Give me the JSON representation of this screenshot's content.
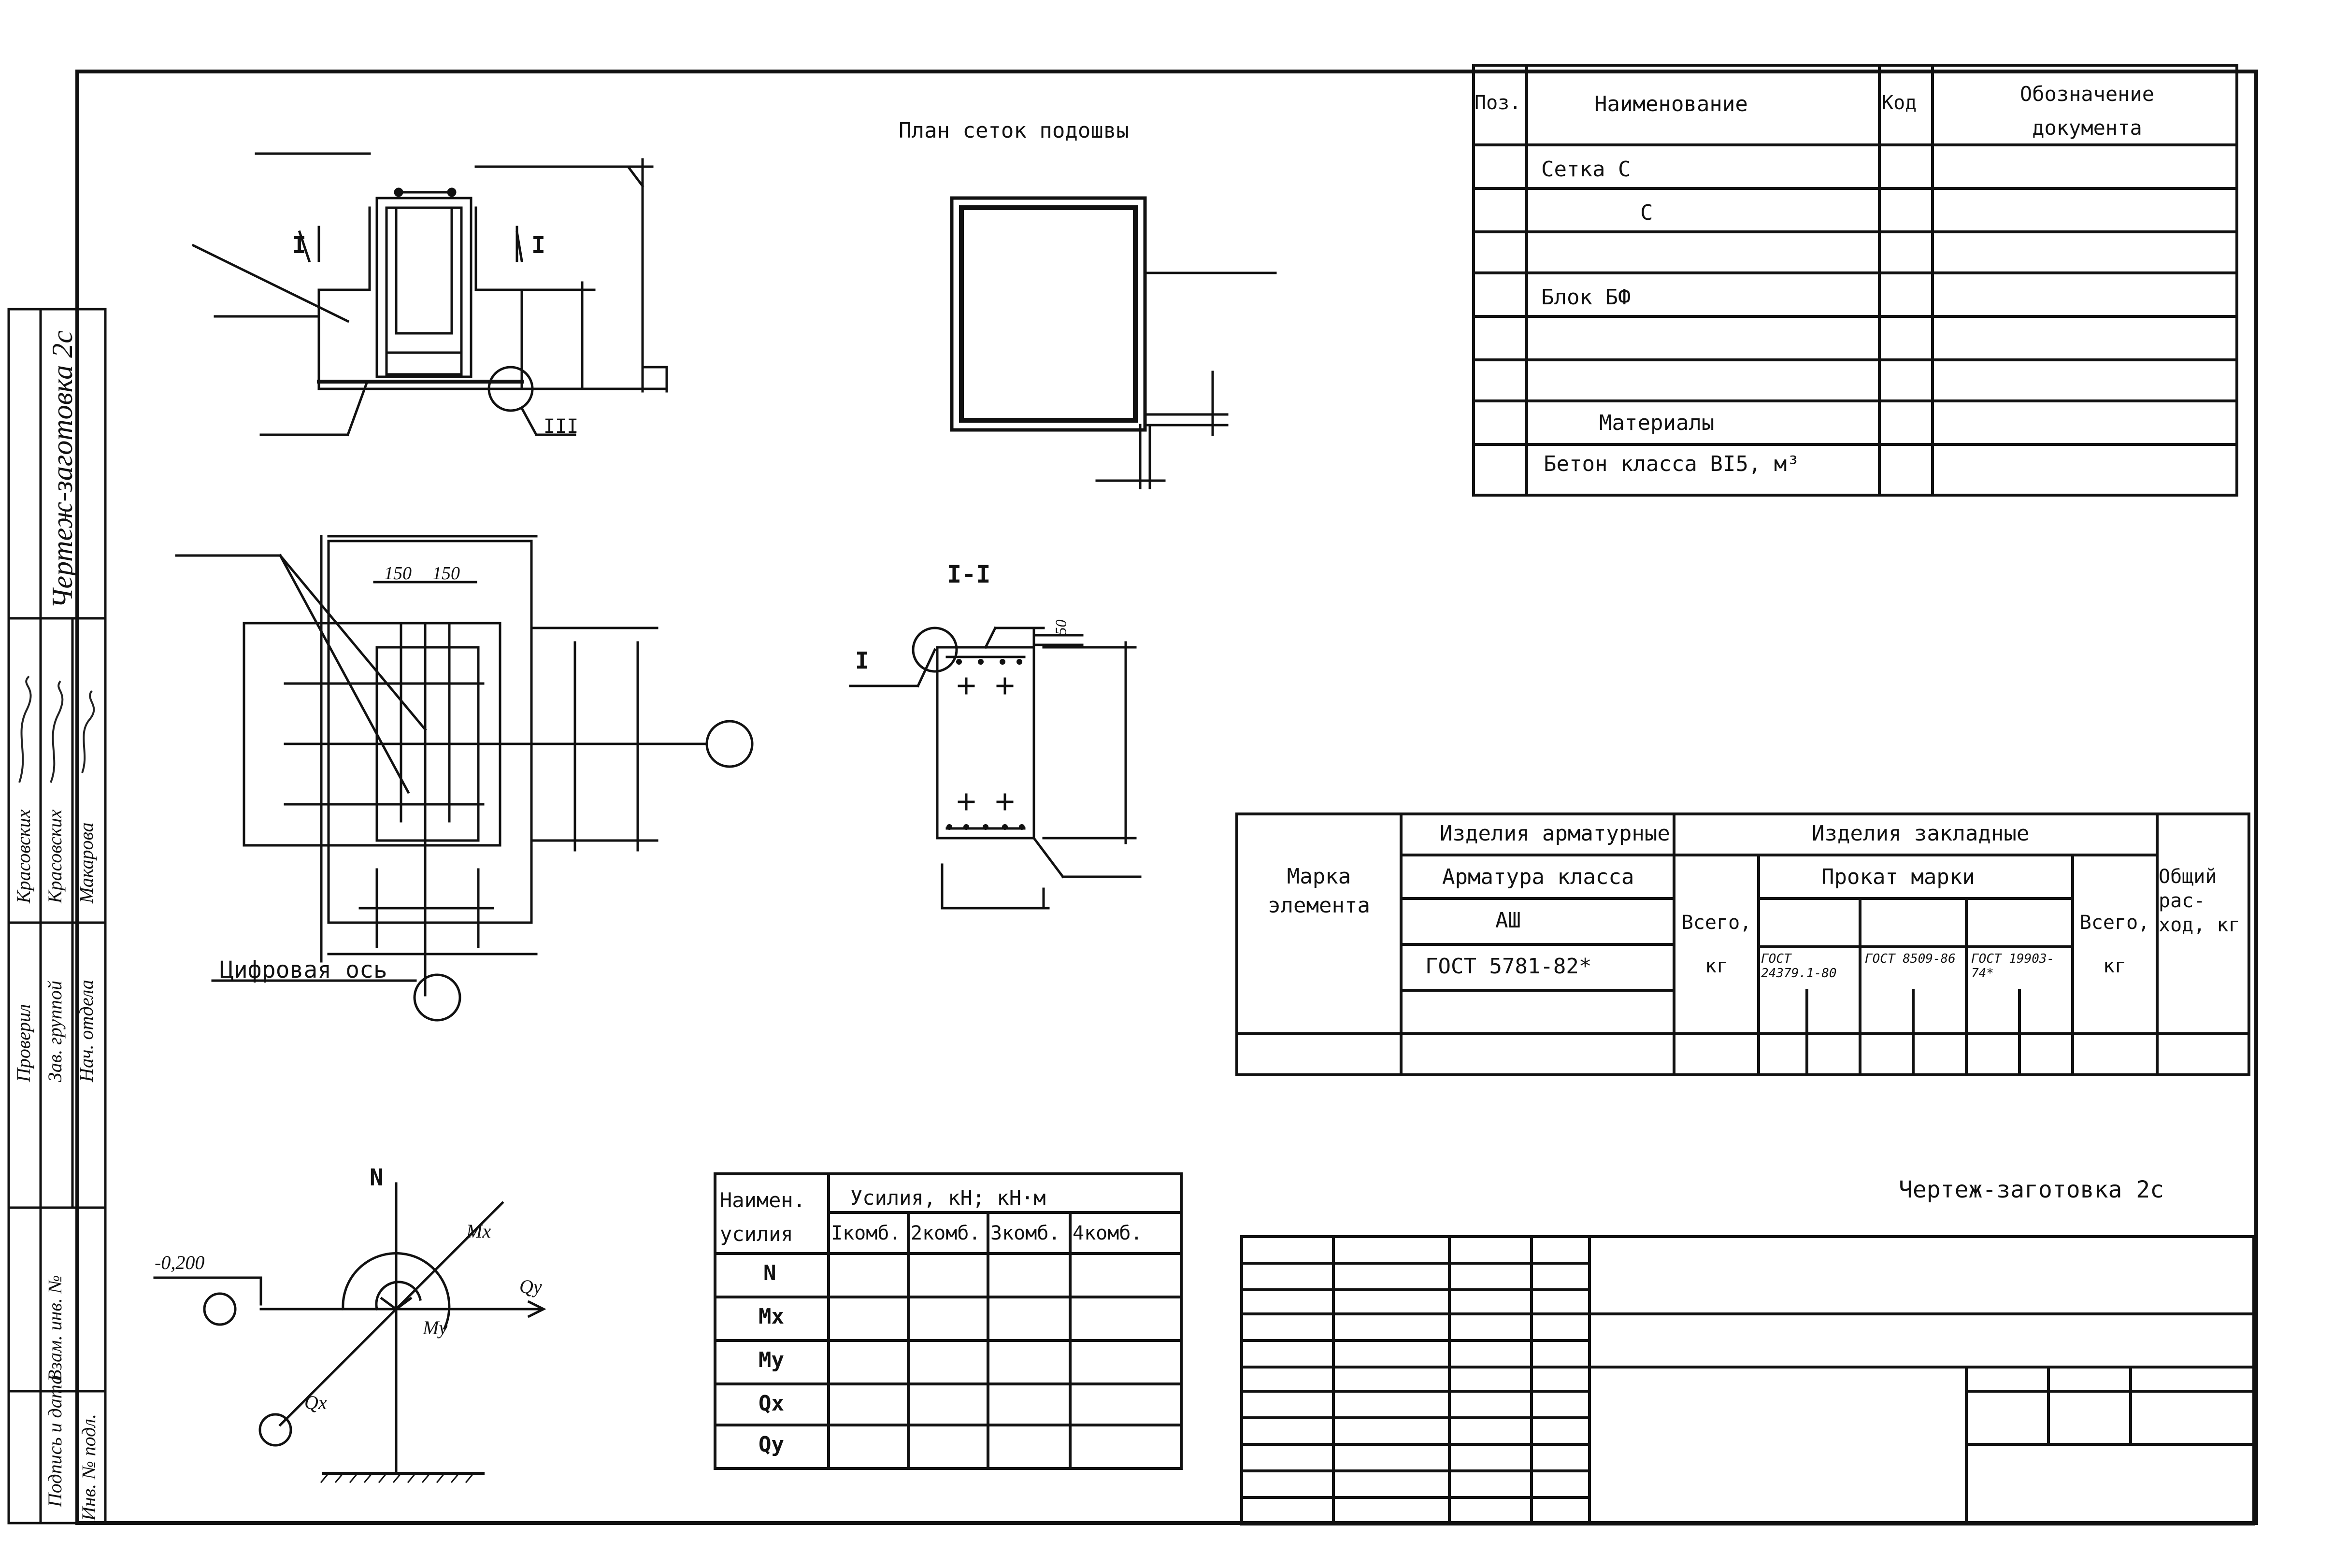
{
  "plan_title": "План сеток подошвы",
  "section_label": "I-I",
  "section_mark": "I",
  "node_mark": "III",
  "dim_150a": "150",
  "dim_150b": "150",
  "dim_50": "50",
  "axis_label": "Цифровая ось",
  "elevation": "-0,200",
  "forces": {
    "N": "N",
    "Mx": "Mx",
    "My": "My",
    "Qx": "Qx",
    "Qy": "Qy"
  },
  "spec_table": {
    "headers": [
      "Поз.",
      "Наименование",
      "Код",
      "Обозначение документа"
    ],
    "rows": [
      "Сетка  С",
      "С",
      "",
      "Блок   БФ",
      "",
      "",
      "Материалы",
      "Бетон класса BI5,  м³"
    ]
  },
  "steel_table": {
    "mark_header": "Марка элемента",
    "arm_header": "Изделия арматурные",
    "arm_class": "Арматура класса",
    "arm_grade": "АШ",
    "arm_gost": "ГОСТ 5781-82*",
    "total1": "Всего, кг",
    "emb_header": "Изделия закладные",
    "prokat": "Прокат марки",
    "gost1": "ГОСТ 24379.1-80",
    "gost2": "ГОСТ 8509-86",
    "gost3": "ГОСТ 19903-74*",
    "total2": "Всего, кг",
    "overall": "Общий рас- ход, кг"
  },
  "forces_table": {
    "h1": "Наимен.",
    "h1b": "усилия",
    "h2": "Усилия, кН; кН·м",
    "cols": [
      "Iкомб.",
      "2комб.",
      "3комб.",
      "4комб."
    ],
    "rows": [
      "N",
      "Mx",
      "My",
      "Qx",
      "Qy"
    ]
  },
  "title_caption": "Чертеж-заготовка 2с",
  "side_title": "Чертеж-заготовка 2с",
  "stamp": {
    "roles": [
      "Проверил",
      "Зав. группой",
      "Нач. отдела"
    ],
    "names": [
      "Красовских",
      "Красовских",
      "Макарова"
    ],
    "archive": [
      "Взам. инв. №",
      "Подпись и дата",
      "Инв. № подл."
    ]
  }
}
